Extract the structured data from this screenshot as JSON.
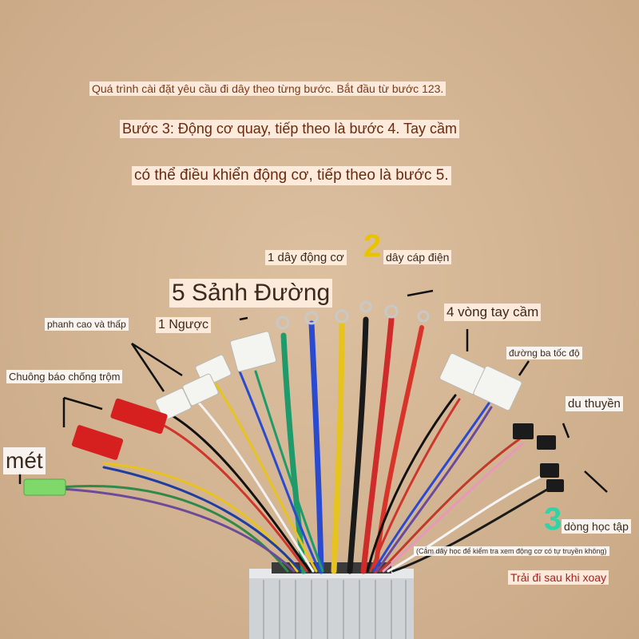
{
  "header": {
    "line1": "Quá trình cài đặt yêu cầu đi dây theo từng bước. Bắt đầu từ bước 123.",
    "line2": "Bước 3: Động cơ quay, tiếp theo là bước 4. Tay cầm",
    "line3": "có thể điều khiển động cơ, tiếp theo là bước 5."
  },
  "labels": {
    "motor_wire": "1 dây động cơ",
    "step2_number": "2",
    "power_cable": "dây cáp điện",
    "five_hall": "5 Sảnh Đường",
    "handlebar": "4 vòng tay cầm",
    "reverse": "1 Ngược",
    "brake": "phanh cao và thấp",
    "three_speed": "đường ba tốc độ",
    "alarm": "Chuông báo chống trộm",
    "cruise": "du thuyền",
    "meter": "mét",
    "step3_number": "3",
    "learning_line": "dòng học tập",
    "note": "(Cắm dây học để kiểm tra xem động cơ có tự truyền không)",
    "unplug": "Trải đi sau khi xoay"
  },
  "colors": {
    "background": "#d6b796",
    "accent_number": "#e8c400",
    "accent_number_3": "#2fd3a8"
  }
}
